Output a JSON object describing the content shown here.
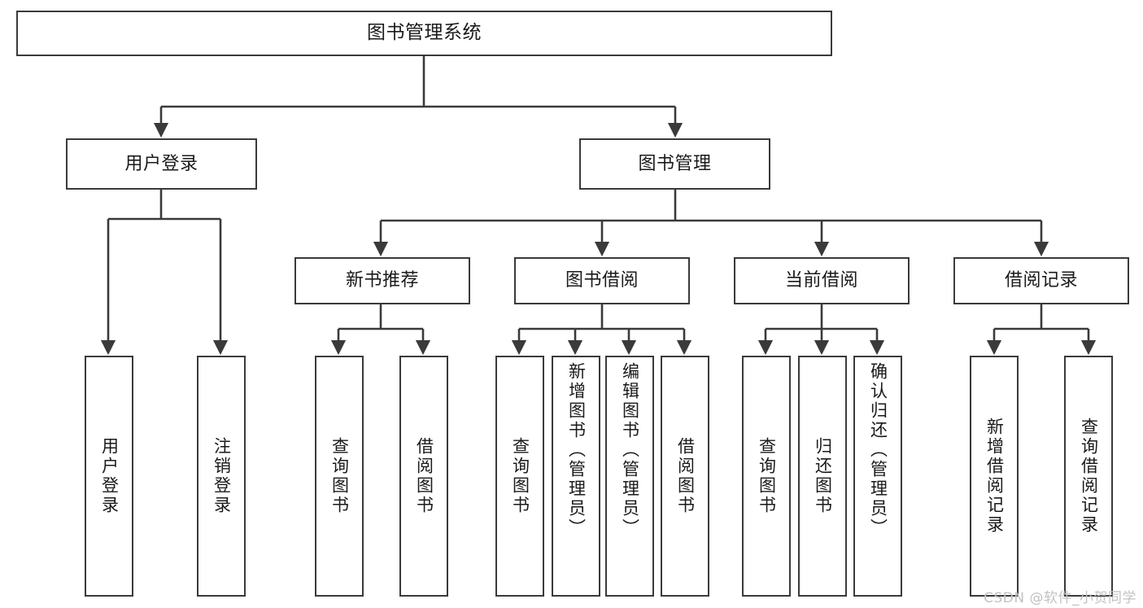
{
  "diagram": {
    "title": "图书管理系统",
    "type": "tree-hierarchy",
    "root": {
      "label": "图书管理系统"
    },
    "level2": [
      {
        "id": "user-login",
        "label": "用户登录"
      },
      {
        "id": "book-management",
        "label": "图书管理"
      }
    ],
    "level3": [
      {
        "id": "new-book-recommend",
        "label": "新书推荐",
        "parent": "book-management"
      },
      {
        "id": "book-borrow",
        "label": "图书借阅",
        "parent": "book-management"
      },
      {
        "id": "current-borrow",
        "label": "当前借阅",
        "parent": "book-management"
      },
      {
        "id": "borrow-record",
        "label": "借阅记录",
        "parent": "book-management"
      }
    ],
    "leaves": {
      "user-login": [
        {
          "id": "leaf-user-login",
          "label": "用户登录"
        },
        {
          "id": "leaf-logout",
          "label": "注销登录"
        }
      ],
      "new-book-recommend": [
        {
          "id": "leaf-query-book-1",
          "label": "查询图书"
        },
        {
          "id": "leaf-borrow-book-1",
          "label": "借阅图书"
        }
      ],
      "book-borrow": [
        {
          "id": "leaf-query-book-2",
          "label": "查询图书"
        },
        {
          "id": "leaf-add-book",
          "label": "新增图书（管理员）"
        },
        {
          "id": "leaf-edit-book",
          "label": "编辑图书（管理员）"
        },
        {
          "id": "leaf-borrow-book-2",
          "label": "借阅图书"
        }
      ],
      "current-borrow": [
        {
          "id": "leaf-query-book-3",
          "label": "查询图书"
        },
        {
          "id": "leaf-return-book",
          "label": "归还图书"
        },
        {
          "id": "leaf-confirm-return",
          "label": "确认归还（管理员）"
        }
      ],
      "borrow-record": [
        {
          "id": "leaf-add-record",
          "label": "新增借阅记录"
        },
        {
          "id": "leaf-query-record",
          "label": "查询借阅记录"
        }
      ]
    },
    "watermark": "CSDN @软件_小贺同学",
    "colors": {
      "node_border": "#3a3a3a",
      "node_fill": "#ffffff",
      "edge": "#3a3a3a",
      "text": "#1a1a1a",
      "watermark": "#c2c2c2",
      "background": "#ffffff"
    }
  }
}
